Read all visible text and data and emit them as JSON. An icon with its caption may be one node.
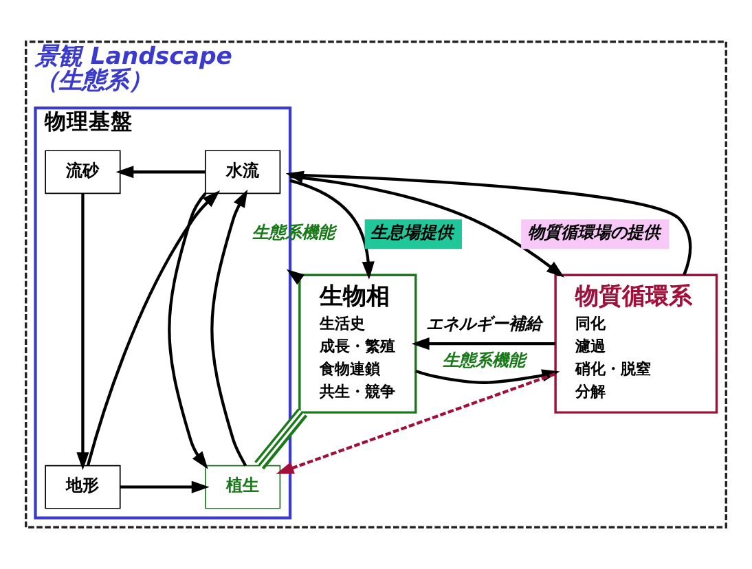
{
  "diagram": {
    "nodes": [
      {
        "text": [
          "景観 Landscape",
          "（生態系）"
        ]
      },
      {
        "text": [
          "物理基盤"
        ],
        "in": 0
      },
      {
        "text": [
          "水流"
        ],
        "in": 1
      },
      {
        "text": [
          "流砂"
        ],
        "in": 1
      },
      {
        "text": [
          "植生"
        ],
        "in": 1
      },
      {
        "text": [
          "地形"
        ],
        "in": 1
      },
      {
        "text": [
          "生物相",
          "生活史",
          "成長・繁殖",
          "食物連鎖",
          "共生・競争"
        ],
        "in": 0
      },
      {
        "text": [
          "物質循環系",
          "同化",
          "濾過",
          "硝化・脱窒",
          "分解"
        ],
        "in": 0
      }
    ],
    "edges": [
      {
        "from": 2,
        "to": 3,
        "arrow": "to"
      },
      {
        "from": 3,
        "to": 5,
        "arrow": "to"
      },
      {
        "from": 5,
        "to": 2,
        "arrow": "to"
      },
      {
        "from": 5,
        "to": 4,
        "arrow": "to"
      },
      {
        "from": 4,
        "to": 2,
        "arrow": "to"
      },
      {
        "from": 2,
        "to": 4,
        "arrow": "to"
      },
      {
        "from": 1,
        "to": 6,
        "arrow": "to",
        "label": "生息場提供"
      },
      {
        "from": 1,
        "to": 7,
        "arrow": "to",
        "label": "物質循環場の提供"
      },
      {
        "from": 6,
        "to": 1,
        "arrow": "to",
        "label": "生態系機能"
      },
      {
        "from": 7,
        "to": 1,
        "arrow": "to"
      },
      {
        "from": 6,
        "to": 4,
        "arrow": "none",
        "color": "#1a7a1a"
      },
      {
        "from": 7,
        "to": 4,
        "arrow": "to",
        "style": "dashed",
        "color": "#a0103a"
      },
      {
        "from": 7,
        "to": 6,
        "arrow": "to",
        "label": "エネルギー補給"
      },
      {
        "from": 6,
        "to": 7,
        "arrow": "to",
        "label": "生態系機能"
      }
    ]
  }
}
